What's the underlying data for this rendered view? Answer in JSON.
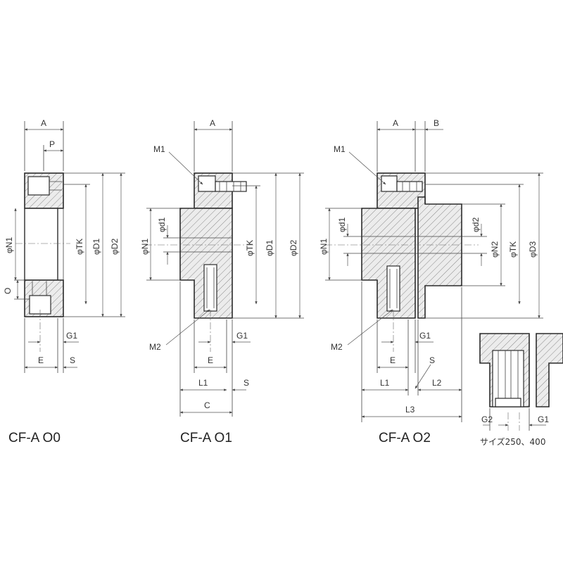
{
  "views": {
    "v00": {
      "title": "CF-A O0",
      "labels": {
        "A": "A",
        "P": "P",
        "N1": "φN1",
        "TK": "φTK",
        "D1": "φD1",
        "D2": "φD2",
        "O": "O",
        "G1": "G1",
        "E": "E",
        "S": "S"
      }
    },
    "v01": {
      "title": "CF-A O1",
      "labels": {
        "A": "A",
        "M1": "M1",
        "N1": "φN1",
        "d1": "φd1",
        "TK": "φTK",
        "D1": "φD1",
        "D2": "φD2",
        "M2": "M2",
        "G1": "G1",
        "E": "E",
        "L1": "L1",
        "S": "S",
        "C": "C"
      }
    },
    "v02": {
      "title": "CF-A O2",
      "labels": {
        "A": "A",
        "B": "B",
        "M1": "M1",
        "N1": "φN1",
        "d1": "φd1",
        "d2": "φd2",
        "N2": "φN2",
        "TK": "φTK",
        "D3": "φD3",
        "M2": "M2",
        "G1": "G1",
        "E": "E",
        "S": "S",
        "L1": "L1",
        "L2": "L2",
        "L3": "L3"
      }
    },
    "detail": {
      "G2": "G2",
      "G1": "G1",
      "note": "サイズ250、400"
    }
  }
}
